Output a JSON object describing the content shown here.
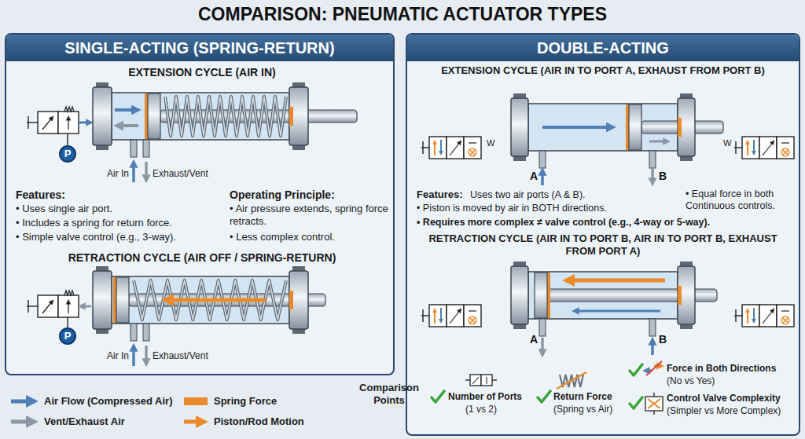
{
  "diagram": {
    "title": "COMPARISON: PNEUMATIC ACTUATOR TYPES",
    "nodes": [
      {
        "text": [
          "SINGLE-ACTING (SPRING-RETURN)"
        ]
      },
      {
        "text": [
          "P"
        ],
        "in": 0
      },
      {
        "text": [
          "P"
        ],
        "in": 0
      },
      {
        "text": [
          "DOUBLE-ACTING"
        ]
      }
    ],
    "labels": [
      "EXTENSION CYCLE (AIR IN)",
      "Air In",
      "Exhaust/Vent",
      "Features:",
      "• Uses single air port.",
      "• Includes a spring for return force.",
      "• Simple valve control (e.g., 3-way).",
      "Operating Principle:",
      "• Air pressure extends, spring force retracts.",
      "• Less complex control.",
      "RETRACTION CYCLE (AIR OFF / SPRING-RETURN)",
      "Air In",
      "Exhaust/Vent",
      "EXTENSION CYCLE (AIR IN TO PORT A, EXHAUST FROM PORT B)",
      "W",
      "W",
      "A",
      "B",
      "Features:",
      "Uses two air ports (A & B).",
      "• Piston is moved by air in BOTH directions.",
      "• Equal force in both Continuous controls.",
      "• Requires more complex ≠ valve control (e.g., 4-way or 5-way).",
      "RETRACTION CYCLE (AIR IN TO PORT B, AIR IN TO PORT B, EXHAUST FROM PORT A)",
      "A",
      "B",
      "Comparison Points",
      "Number of Ports",
      "(1 vs 2)",
      "Return Force",
      "(Spring vs Air)",
      "Force in Both Directions",
      "(No vs Yes)",
      "Control Valve Complexity",
      "(Simpler vs More Complex)"
    ],
    "legend": [
      {
        "text": "Air Flow (Compressed Air)"
      },
      {
        "text": "Spring Force"
      },
      {
        "text": "Vent/Exhaust Air"
      },
      {
        "text": "Piston/Rod Motion"
      }
    ]
  }
}
